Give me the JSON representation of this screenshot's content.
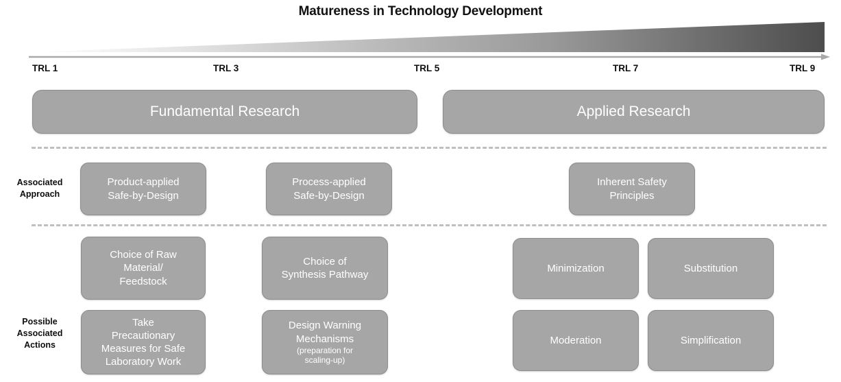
{
  "title": "Matureness in Technology Development",
  "axis": {
    "arrow_name": "maturity-arrow",
    "ticks": [
      {
        "label": "TRL 1"
      },
      {
        "label": "TRL 3"
      },
      {
        "label": "TRL 5"
      },
      {
        "label": "TRL 7"
      },
      {
        "label": "TRL 9"
      }
    ]
  },
  "colors": {
    "box_fill": "#a6a6a6",
    "box_border": "#8c8c8c",
    "box_text": "#ffffff",
    "dashed_line": "#bfbfbf",
    "title_text": "#111111",
    "gradient_start": "#ffffff",
    "gradient_end": "#4d4d4d"
  },
  "phases": [
    {
      "label": "Fundamental Research"
    },
    {
      "label": "Applied Research"
    }
  ],
  "rows": [
    {
      "label": "Associated\nApproach",
      "label_line1": "Associated",
      "label_line2": "Approach",
      "items": [
        {
          "line1": "Product-applied",
          "line2": "Safe-by-Design"
        },
        {
          "line1": "Process-applied",
          "line2": "Safe-by-Design"
        },
        {
          "line1": "Inherent Safety",
          "line2": "Principles"
        }
      ]
    },
    {
      "label": "Possible\nAssociated\nActions",
      "label_line1": "Possible",
      "label_line2": "Associated",
      "label_line3": "Actions",
      "items": [
        {
          "text": "Choice of Raw Material/ Feedstock",
          "lines": [
            "Choice of Raw",
            "Material/",
            "Feedstock"
          ]
        },
        {
          "text": "Choice of Synthesis Pathway",
          "lines": [
            "Choice of",
            "Synthesis Pathway"
          ]
        },
        {
          "text": "Minimization",
          "lines": [
            "Minimization"
          ]
        },
        {
          "text": "Substitution",
          "lines": [
            "Substitution"
          ]
        },
        {
          "text": "Take Precautionary Measures for Safe Laboratory Work",
          "lines": [
            "Take",
            "Precautionary",
            "Measures for Safe",
            "Laboratory Work"
          ]
        },
        {
          "text": "Design Warning Mechanisms",
          "lines": [
            "Design Warning",
            "Mechanisms"
          ],
          "sub": "(preparation for scaling-up)",
          "sub_lines": [
            "(preparation for",
            "scaling-up)"
          ]
        },
        {
          "text": "Moderation",
          "lines": [
            "Moderation"
          ]
        },
        {
          "text": "Simplification",
          "lines": [
            "Simplification"
          ]
        }
      ]
    }
  ]
}
